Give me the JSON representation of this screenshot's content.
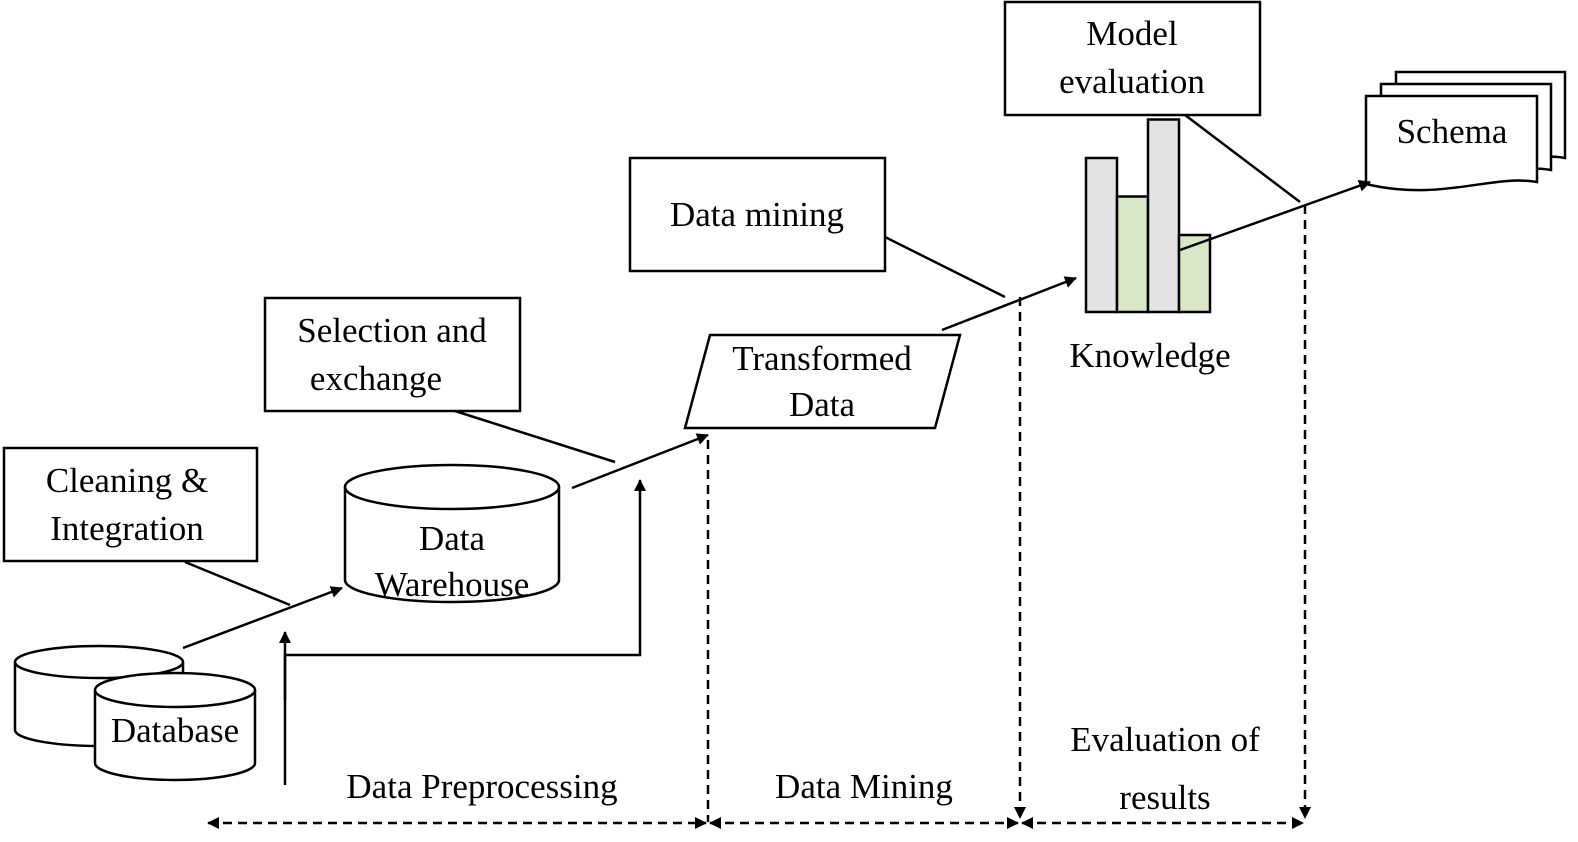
{
  "process_boxes": {
    "cleaning": {
      "line1": "Cleaning &",
      "line2": "Integration"
    },
    "selection": {
      "line1": "Selection and",
      "line2": "exchange"
    },
    "data_mining_step": {
      "text": "Data mining"
    },
    "model_evaluation": {
      "line1": "Model",
      "line2": "evaluation"
    }
  },
  "stores": {
    "database": {
      "text": "Database"
    },
    "data_warehouse": {
      "line1": "Data",
      "line2": "Warehouse"
    },
    "transformed_data": {
      "line1": "Transformed",
      "line2": "Data"
    },
    "knowledge": {
      "text": "Knowledge"
    },
    "schema": {
      "text": "Schema"
    }
  },
  "phases": {
    "preprocessing": {
      "text": "Data Preprocessing"
    },
    "mining": {
      "text": "Data Mining"
    },
    "evaluation": {
      "line1": "Evaluation of",
      "line2": "results"
    }
  },
  "knowledge_chart": {
    "bar_heights": [
      4,
      3,
      5,
      2
    ],
    "bar_colors": [
      "#e4e4e4",
      "#d9e7c9",
      "#e4e4e4",
      "#d9e7c9"
    ]
  }
}
